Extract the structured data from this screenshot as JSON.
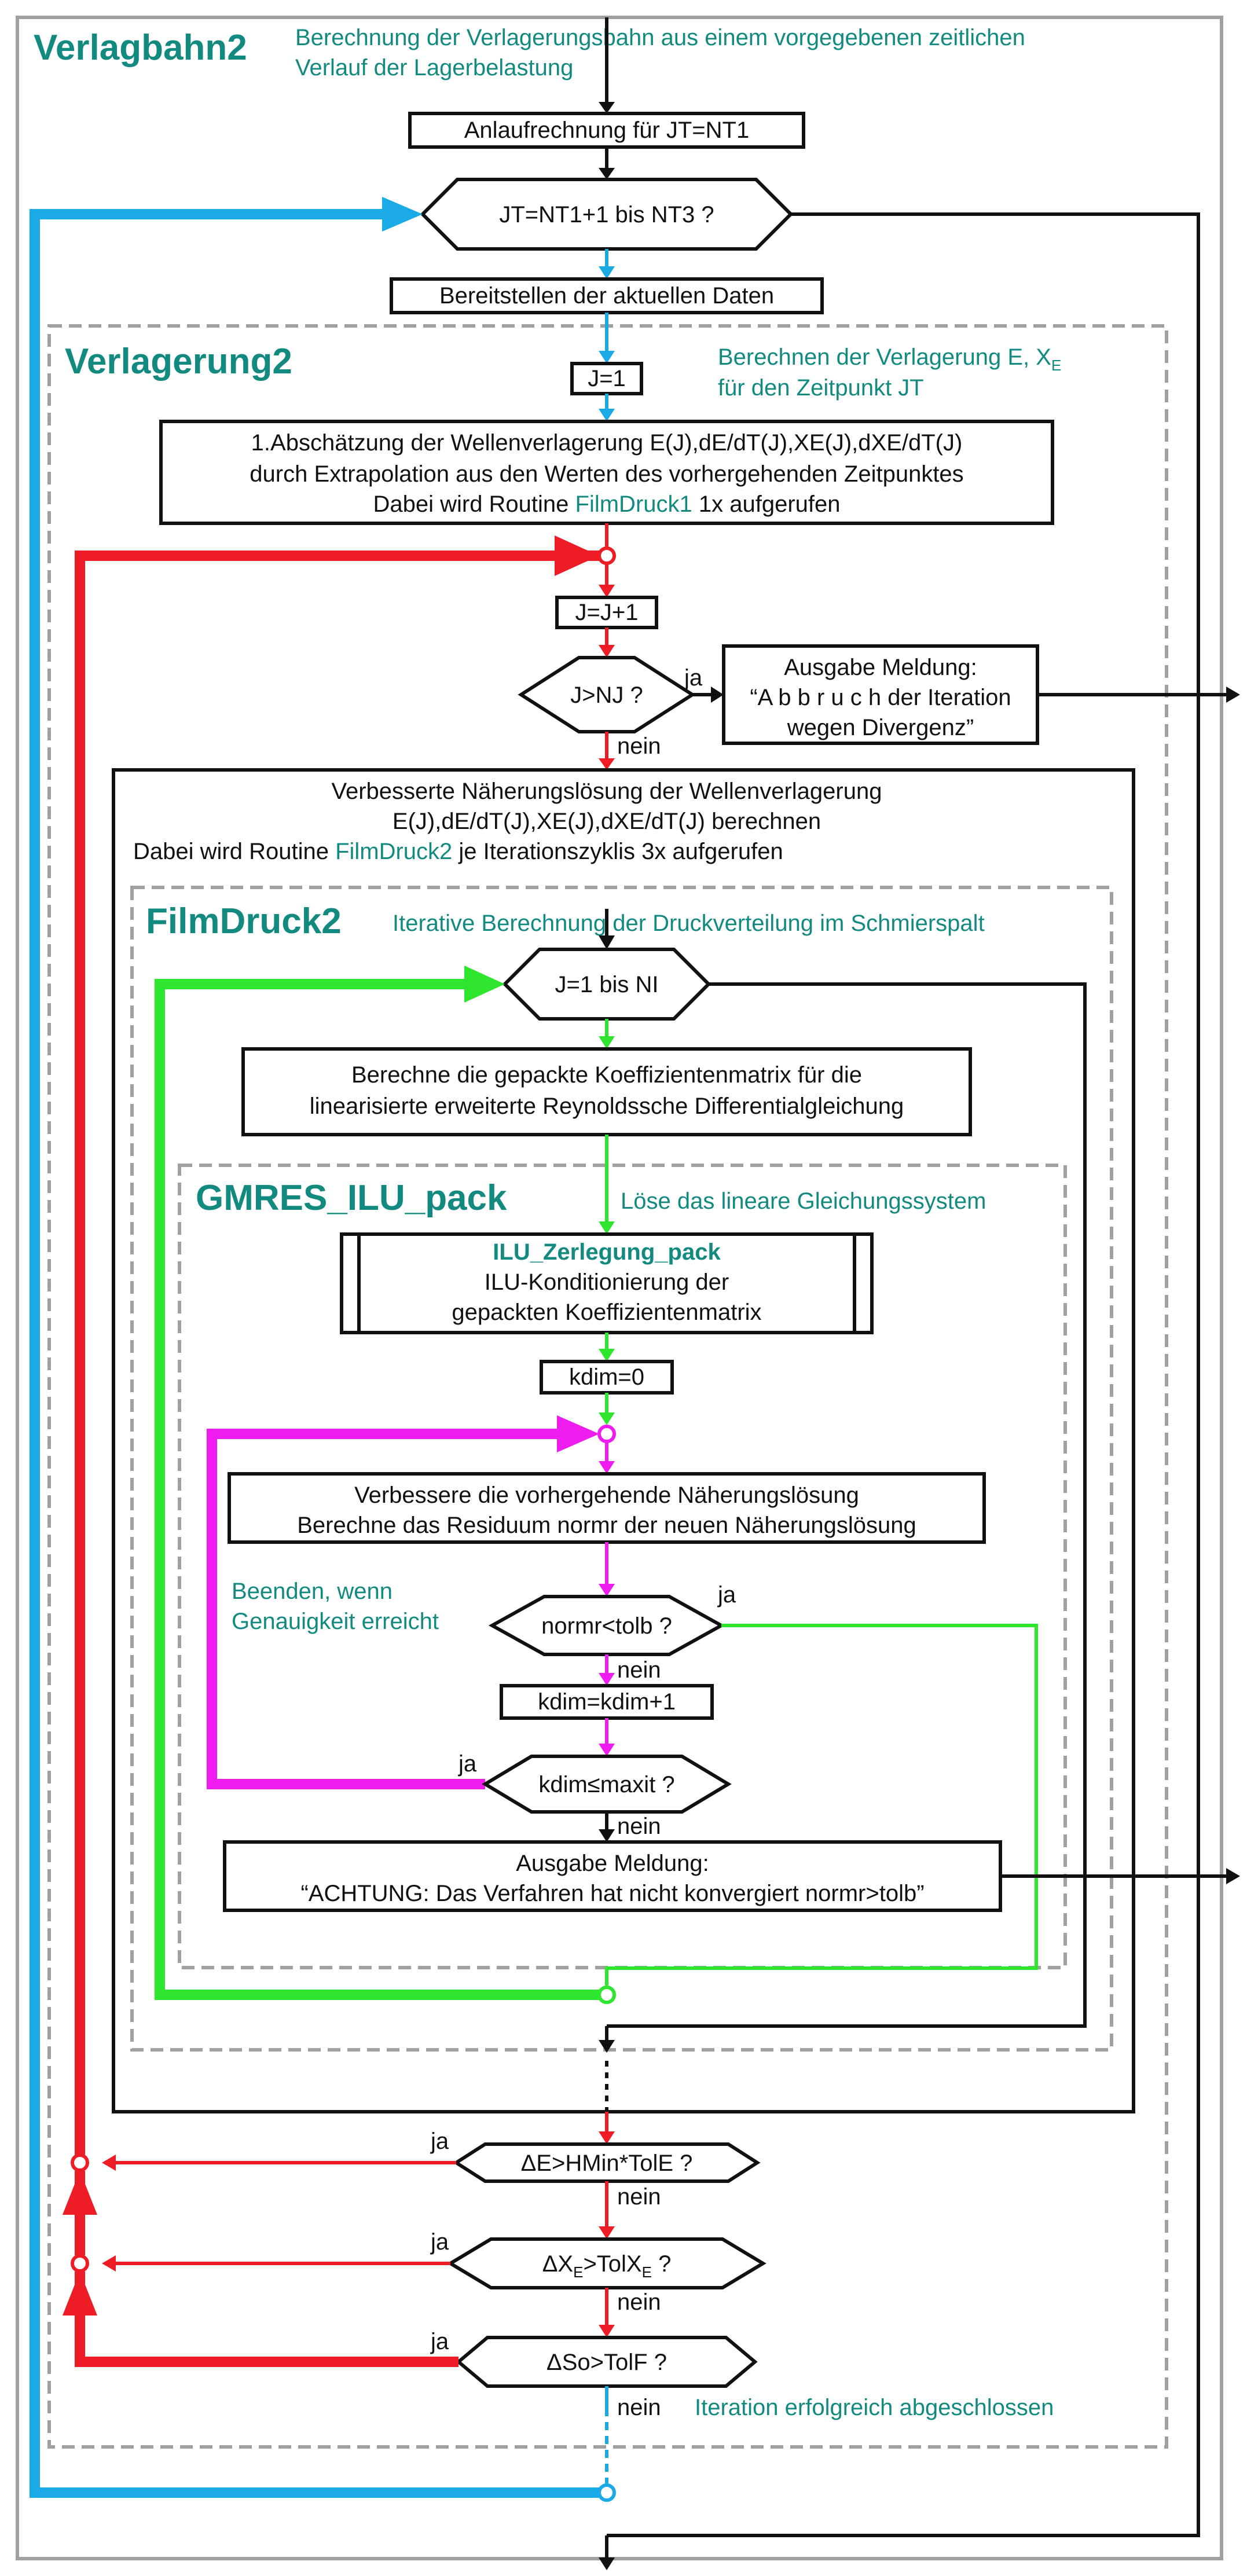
{
  "verlagbahn2": {
    "title": "Verlagbahn2",
    "desc_line1": "Berechnung der Verlagerungsbahn aus einem   vorgegebenen zeitlichen",
    "desc_line2": "Verlauf der Lagerbelastung",
    "anlauf": "Anlaufrechnung für JT=NT1",
    "loop_jt": "JT=NT1+1 bis NT3 ?",
    "bereitstellen": "Bereitstellen der aktuellen Daten"
  },
  "verlagerung2": {
    "title": "Verlagerung2",
    "desc_line1": "Berechnen der Verlagerung E, X",
    "desc_line1_sub": "E",
    "desc_line2": "für den Zeitpunkt JT",
    "init": "J=1",
    "estimate_line1": "1.Abschätzung der Wellenverlagerung E(J),dE/dT(J),XE(J),dXE/dT(J)",
    "estimate_line2": "durch Extrapolation aus den Werten des vorhergehenden Zeitpunktes",
    "estimate_line3_pre": "Dabei wird Routine ",
    "estimate_line3_link": "FilmDruck1",
    "estimate_line3_post": " 1x aufgerufen",
    "increment": "J=J+1",
    "check": "J>NJ ?",
    "ja": "ja",
    "nein": "nein",
    "msg_line1": "Ausgabe Meldung:",
    "msg_line2": "“A b b r u c h der Iteration",
    "msg_line3": "wegen Divergenz”",
    "improve_line1": "Verbesserte Näherungslösung der Wellenverlagerung",
    "improve_line2": "E(J),dE/dT(J),XE(J),dXE/dT(J) berechnen",
    "improve_line3_pre": "Dabei wird Routine ",
    "improve_line3_link": "FilmDruck2",
    "improve_line3_post": " je Iterationszyklis 3x aufgerufen",
    "cond_e": "ΔE>HMin*TolE ?",
    "cond_xe_pre": "ΔX",
    "cond_xe_sub": "E",
    "cond_xe_mid": ">TolX",
    "cond_xe_sub2": "E",
    "cond_xe_post": " ?",
    "cond_so": "ΔSo>TolF ?",
    "success": "Iteration erfolgreich abgeschlossen"
  },
  "filmdruck2": {
    "title": "FilmDruck2",
    "desc": "Iterative Berechnung der Druckverteilung im Schmierspalt",
    "loop": "J=1 bis NI",
    "matrix_line1": "Berechne die gepackte Koeffizientenmatrix für die",
    "matrix_line2": "linearisierte erweiterte Reynoldssche Differentialgleichung"
  },
  "gmres": {
    "title": "GMRES_ILU_pack",
    "desc": "Löse das lineare Gleichungssystem",
    "ilu_title": "ILU_Zerlegung_pack",
    "ilu_line1": "ILU-Konditionierung der",
    "ilu_line2": "gepackten Koeffizientenmatrix",
    "kdim_init": "kdim=0",
    "improve_line1": "Verbessere die vorhergehende Näherungslösung",
    "improve_line2": "Berechne das Residuum normr der neuen Näherungslösung",
    "stop_line1": "Beenden, wenn",
    "stop_line2": "Genauigkeit erreicht",
    "check_tol": "normr<tolb ?",
    "kdim_inc": "kdim=kdim+1",
    "check_kdim": "kdim≤maxit ?",
    "ja": "ja",
    "nein": "nein",
    "warn_line1": "Ausgabe Meldung:",
    "warn_line2": "“ACHTUNG: Das Verfahren hat nicht konvergiert normr>tolb”"
  },
  "colors": {
    "teal": "#128a80",
    "blue": "#1aaae6",
    "red": "#ee1c25",
    "green": "#2ee62e",
    "magenta": "#ee1cee",
    "black": "#111111",
    "frame_gray": "#a0a0a0"
  }
}
